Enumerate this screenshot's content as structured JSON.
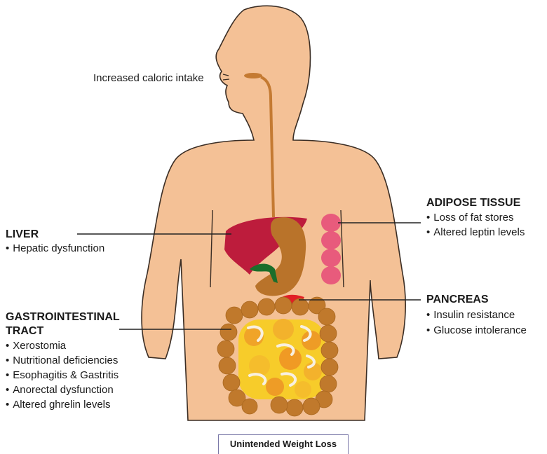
{
  "intake": "Increased caloric intake",
  "liver": {
    "title": "LIVER",
    "items": [
      "Hepatic dysfunction"
    ]
  },
  "gi": {
    "title_line1": "GASTROINTESTINAL",
    "title_line2": "TRACT",
    "items": [
      "Xerostomia",
      "Nutritional deficiencies",
      "Esophagitis & Gastritis",
      "Anorectal dysfunction",
      "Altered ghrelin levels"
    ]
  },
  "adipose": {
    "title": "ADIPOSE TISSUE",
    "items": [
      "Loss of fat stores",
      "Altered leptin levels"
    ]
  },
  "pancreas": {
    "title": "PANCREAS",
    "items": [
      "Insulin resistance",
      "Glucose intolerance"
    ]
  },
  "caption": "Unintended Weight Loss",
  "colors": {
    "skin": "#f4c196",
    "skin_outline": "#3a2d24",
    "liver": "#bd1c3c",
    "stomach": "#b9732a",
    "intestine": "#c0792c",
    "small_intestine": "#f7cc2a",
    "fat": "#e85b7c",
    "pancreas": "#e11e25",
    "gallbladder": "#1b6e2b"
  }
}
